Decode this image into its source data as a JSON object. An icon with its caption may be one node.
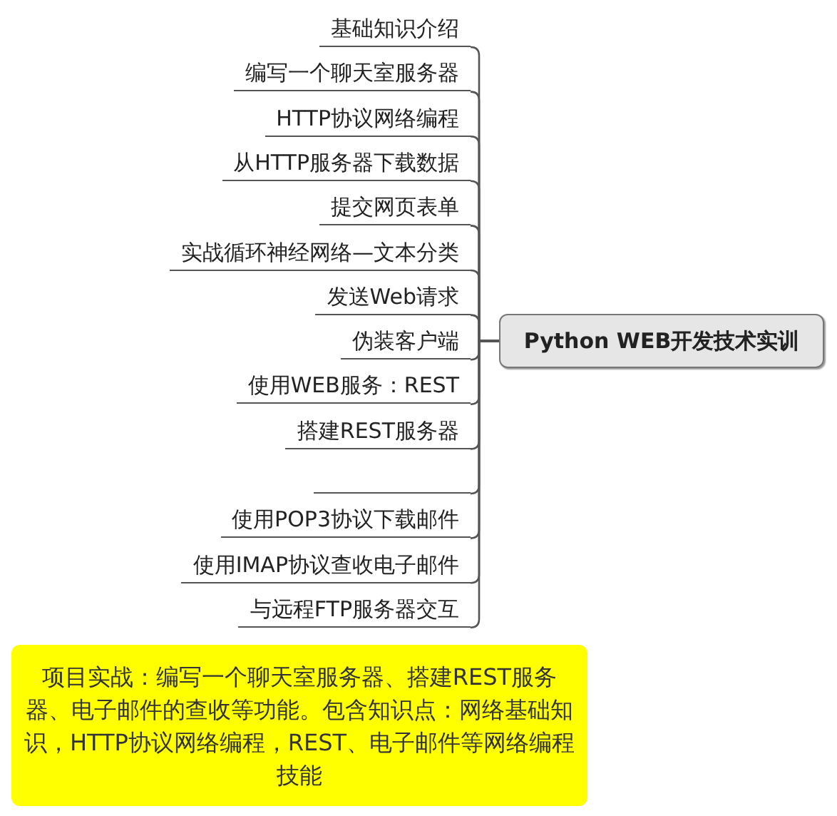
{
  "diagram": {
    "nodes": [
      {
        "text": [
          "Python WEB开发技术实训"
        ]
      },
      {
        "text": [
          "基础知识介绍"
        ]
      },
      {
        "text": [
          "编写一个聊天室服务器"
        ]
      },
      {
        "text": [
          "HTTP协议网络编程"
        ]
      },
      {
        "text": [
          "从HTTP服务器下载数据"
        ]
      },
      {
        "text": [
          "提交网页表单"
        ]
      },
      {
        "text": [
          "实战循环神经网络—文本分类"
        ]
      },
      {
        "text": [
          "发送Web请求"
        ]
      },
      {
        "text": [
          "伪装客户端"
        ]
      },
      {
        "text": [
          "使用WEB服务：REST"
        ]
      },
      {
        "text": [
          "搭建REST服务器"
        ]
      },
      {
        "text": [],
        "shape": "bar"
      },
      {
        "text": [
          "使用POP3协议下载邮件"
        ]
      },
      {
        "text": [
          "使用IMAP协议查收电子邮件"
        ]
      },
      {
        "text": [
          "与远程FTP服务器交互"
        ]
      },
      {
        "text": [
          "项目实战：编写一个聊天室服务器、搭建REST服务器、电子邮件的查收等功能。包含知识点：网络基础知识，HTTP协议网络编程，REST、电子邮件等网络编程技能"
        ]
      }
    ],
    "edges": [
      {
        "from": 0,
        "to": 1,
        "arrow": "none"
      },
      {
        "from": 0,
        "to": 2,
        "arrow": "none"
      },
      {
        "from": 0,
        "to": 3,
        "arrow": "none"
      },
      {
        "from": 0,
        "to": 4,
        "arrow": "none"
      },
      {
        "from": 0,
        "to": 5,
        "arrow": "none"
      },
      {
        "from": 0,
        "to": 6,
        "arrow": "none"
      },
      {
        "from": 0,
        "to": 7,
        "arrow": "none"
      },
      {
        "from": 0,
        "to": 8,
        "arrow": "none"
      },
      {
        "from": 0,
        "to": 9,
        "arrow": "none"
      },
      {
        "from": 0,
        "to": 10,
        "arrow": "none"
      },
      {
        "from": 0,
        "to": 11,
        "arrow": "none"
      },
      {
        "from": 0,
        "to": 12,
        "arrow": "none"
      },
      {
        "from": 0,
        "to": 13,
        "arrow": "none"
      },
      {
        "from": 0,
        "to": 14,
        "arrow": "none"
      }
    ]
  }
}
